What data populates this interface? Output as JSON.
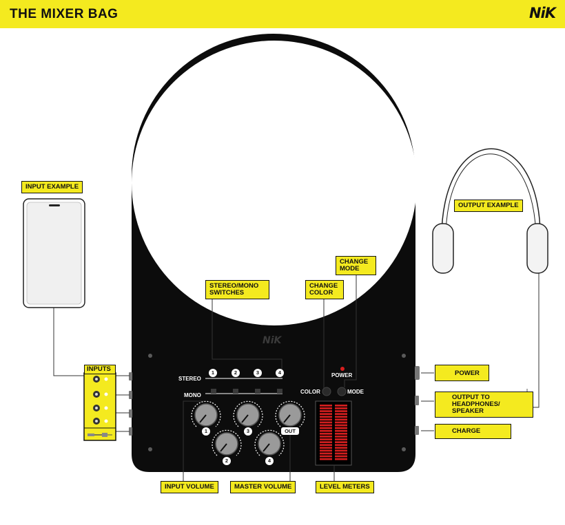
{
  "header": {
    "title": "THE MIXER BAG",
    "logo": "NiK",
    "bg_color": "#f4ea1f"
  },
  "device": {
    "logo": "NiK",
    "labels": {
      "stereo": "STEREO",
      "mono": "MONO",
      "power": "POWER",
      "color": "COLOR",
      "mode": "MODE",
      "out": "OUT"
    },
    "switch_numbers": [
      "1",
      "2",
      "3",
      "4"
    ],
    "knob_numbers": [
      "1",
      "2",
      "3",
      "4"
    ],
    "panel_color": "#0c0c0c",
    "power_led_color": "#d81e1e",
    "meter_color": "#d21e1e"
  },
  "callouts": {
    "input_example": "INPUT EXAMPLE",
    "output_example": "OUTPUT EXAMPLE",
    "stereo_mono": "STEREO/MONO\nSWITCHES",
    "change_color": "CHANGE\nCOLOR",
    "change_mode": "CHANGE\nMODE",
    "inputs": "INPUTS",
    "power": "POWER",
    "output_to": "OUTPUT TO\nHEADPHONES/\nSPEAKER",
    "charge": "CHARGE",
    "input_volume": "INPUT VOLUME",
    "master_volume": "MASTER VOLUME",
    "level_meters": "LEVEL METERS"
  }
}
